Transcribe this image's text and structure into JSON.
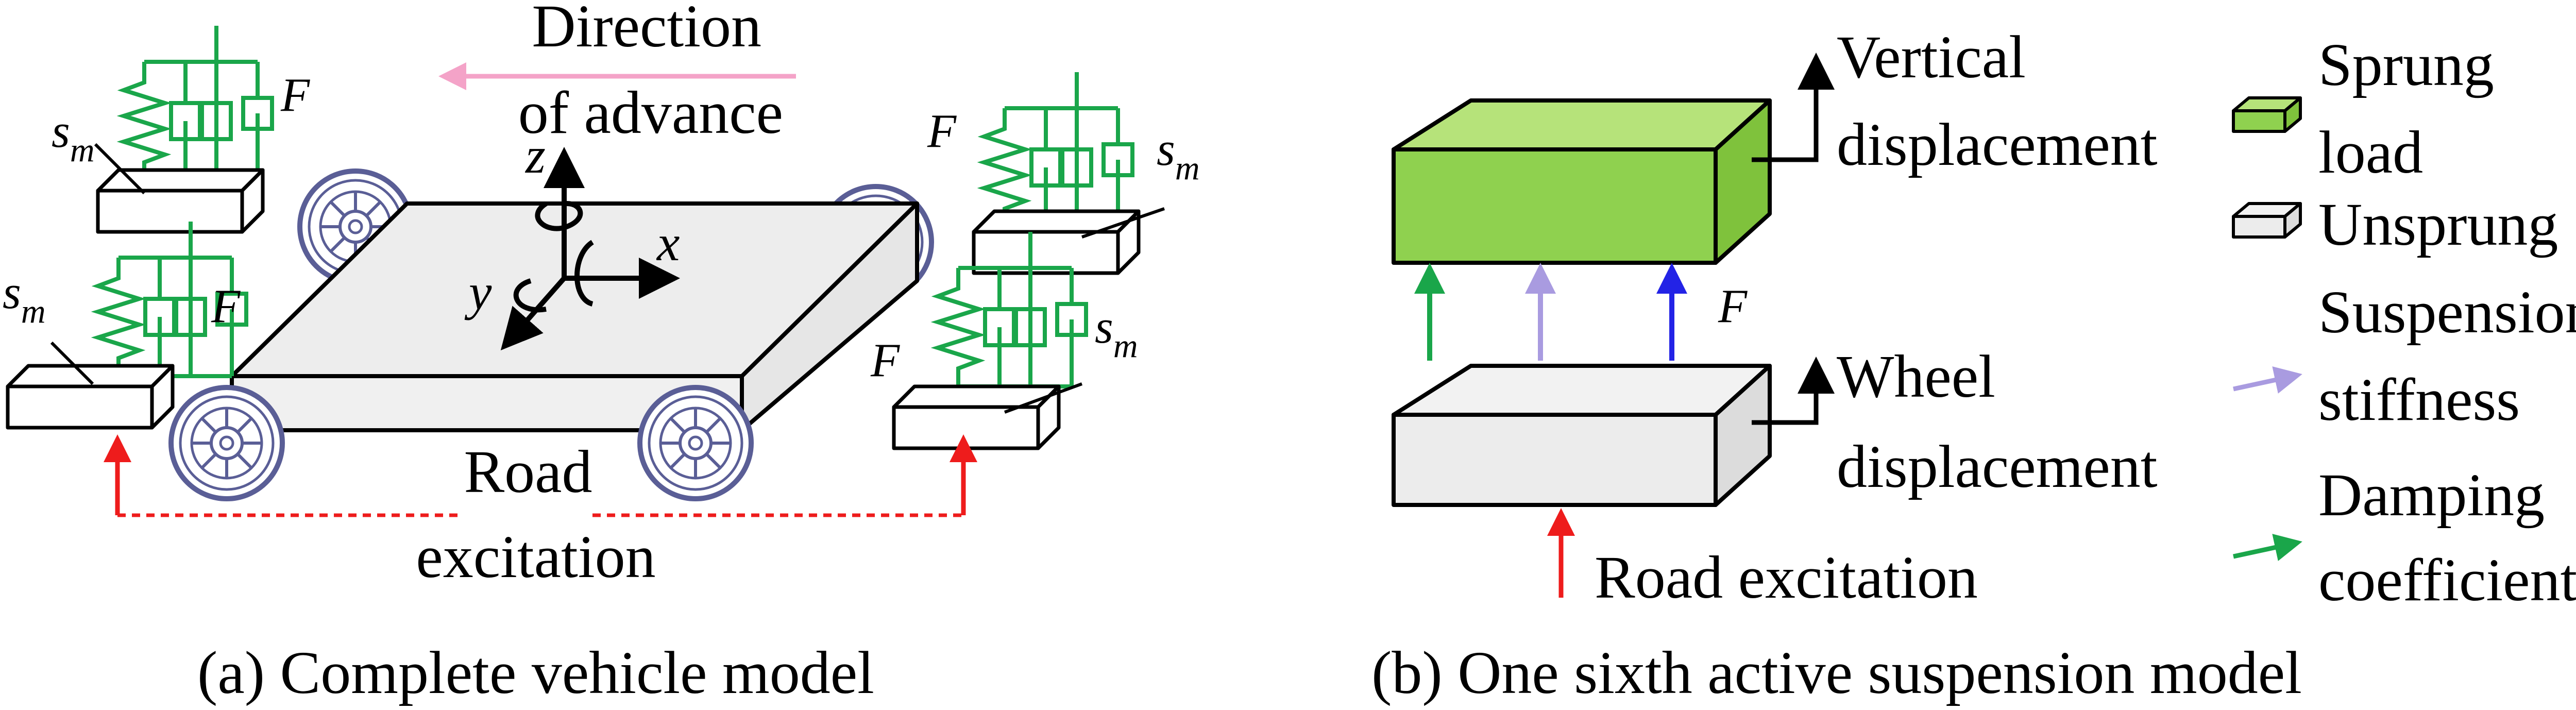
{
  "panel_a": {
    "caption": "(a) Complete vehicle model",
    "direction_line1": "Direction",
    "direction_line2": "of advance",
    "road_line1": "Road",
    "road_line2": "excitation",
    "axis_x": "x",
    "axis_y": "y",
    "axis_z": "z",
    "s": "s",
    "m": "m",
    "F": "F"
  },
  "panel_b": {
    "caption": "(b) One sixth active suspension model",
    "vertical_line1": "Vertical",
    "vertical_line2": "displacement",
    "wheel_line1": "Wheel",
    "wheel_line2": "displacement",
    "road_excitation": "Road excitation",
    "force": "F"
  },
  "legend": {
    "sprung_line1": "Sprung",
    "sprung_line2": "load",
    "unsprung": "Unsprung",
    "stiffness_line1": "Suspension",
    "stiffness_line2": "stiffness",
    "damping_line1": "Damping",
    "damping_line2": "coefficient"
  },
  "colors": {
    "spring_green": "#1aa64a",
    "sprung_fill": "#8fd14f",
    "road_red": "#ee1c1c",
    "stiffness_purple": "#a99be0",
    "force_blue": "#2323e6",
    "direction_pink": "#f4a3c8",
    "wheel_blue": "#5a5e96"
  }
}
